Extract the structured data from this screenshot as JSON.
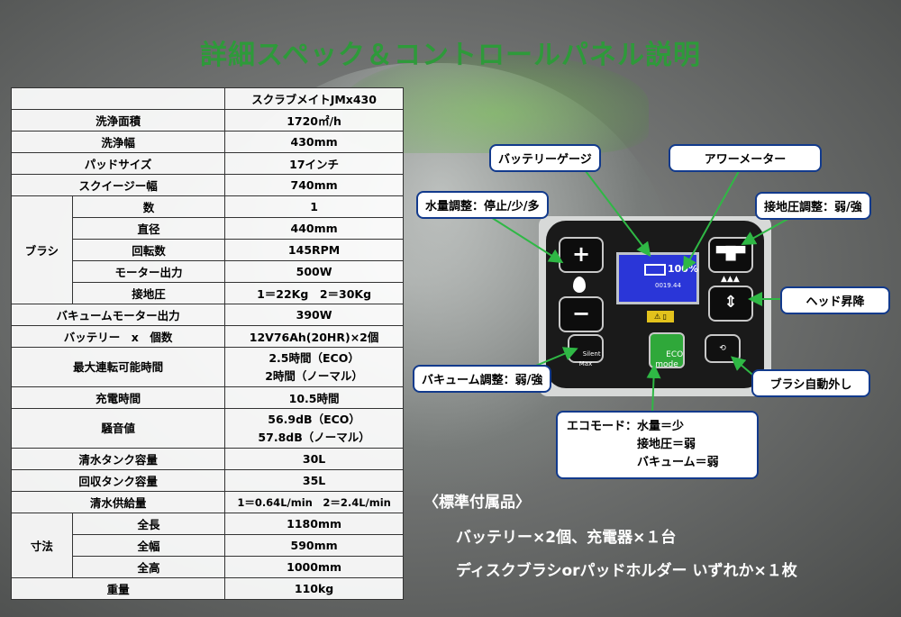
{
  "title": "詳細スペック＆コントロールパネル説明",
  "spec_table": {
    "model": "スクラブメイトJMx430",
    "rows": {
      "cleaning_area": {
        "label": "洗浄面積",
        "value": "1720㎡/h"
      },
      "cleaning_width": {
        "label": "洗浄幅",
        "value": "430mm"
      },
      "pad_size": {
        "label": "パッドサイズ",
        "value": "17インチ"
      },
      "squeegee_width": {
        "label": "スクイージー幅",
        "value": "740mm"
      },
      "brush": {
        "label": "ブラシ",
        "items": [
          {
            "label": "数",
            "value": "1"
          },
          {
            "label": "直径",
            "value": "440mm"
          },
          {
            "label": "回転数",
            "value": "145RPM"
          },
          {
            "label": "モーター出力",
            "value": "500W"
          },
          {
            "label": "接地圧",
            "value": "1＝22Kg　2＝30Kg"
          }
        ]
      },
      "vacuum_motor": {
        "label": "バキュームモーター出力",
        "value": "390W"
      },
      "battery": {
        "label": "バッテリー　x　個数",
        "value": "12V76Ah(20HR)×2個"
      },
      "runtime": {
        "label": "最大連転可能時間",
        "value1": "2.5時間（ECO）",
        "value2": "2時間（ノーマル）"
      },
      "charge_time": {
        "label": "充電時間",
        "value": "10.5時間"
      },
      "noise": {
        "label": "騒音値",
        "value1": "56.9dB（ECO）",
        "value2": "57.8dB（ノーマル）"
      },
      "clean_tank": {
        "label": "清水タンク容量",
        "value": "30L"
      },
      "recovery_tank": {
        "label": "回収タンク容量",
        "value": "35L"
      },
      "water_supply": {
        "label": "清水供給量",
        "value": "1＝0.64L/min　2＝2.4L/min"
      },
      "dimensions": {
        "label": "寸法",
        "items": [
          {
            "label": "全長",
            "value": "1180mm"
          },
          {
            "label": "全幅",
            "value": "590mm"
          },
          {
            "label": "全高",
            "value": "1000mm"
          }
        ]
      },
      "weight": {
        "label": "重量",
        "value": "110kg"
      }
    }
  },
  "panel": {
    "screen_percent": "100%",
    "screen_hours": "0019.44",
    "eco_label": "ECO\nmode",
    "silent_label": "Silent\nMax",
    "plus_glyph": "+",
    "minus_glyph": "−"
  },
  "callouts": {
    "battery_gauge": "バッテリーゲージ",
    "hour_meter": "アワーメーター",
    "water_adjust": "水量調整：停止/少/多",
    "pressure_adjust": "接地圧調整：弱/強",
    "head_lift": "ヘッド昇降",
    "vacuum_adjust": "バキューム調整：弱/強",
    "brush_release": "ブラシ自動外し",
    "eco_mode": "エコモード：水量＝少\n　　　　　　接地圧＝弱\n　　　　　　バキューム＝弱"
  },
  "accessories": {
    "title": "〈標準付属品〉",
    "items": [
      "バッテリー×2個、充電器×１台",
      "ディスクブラシorパッドホルダー いずれか×１枚"
    ]
  },
  "colors": {
    "title_green": "#2e9a3a",
    "callout_border": "#123a8c",
    "arrow_green": "#2fb845",
    "screen_blue": "#2a36d8",
    "eco_green": "#2fa83a"
  }
}
